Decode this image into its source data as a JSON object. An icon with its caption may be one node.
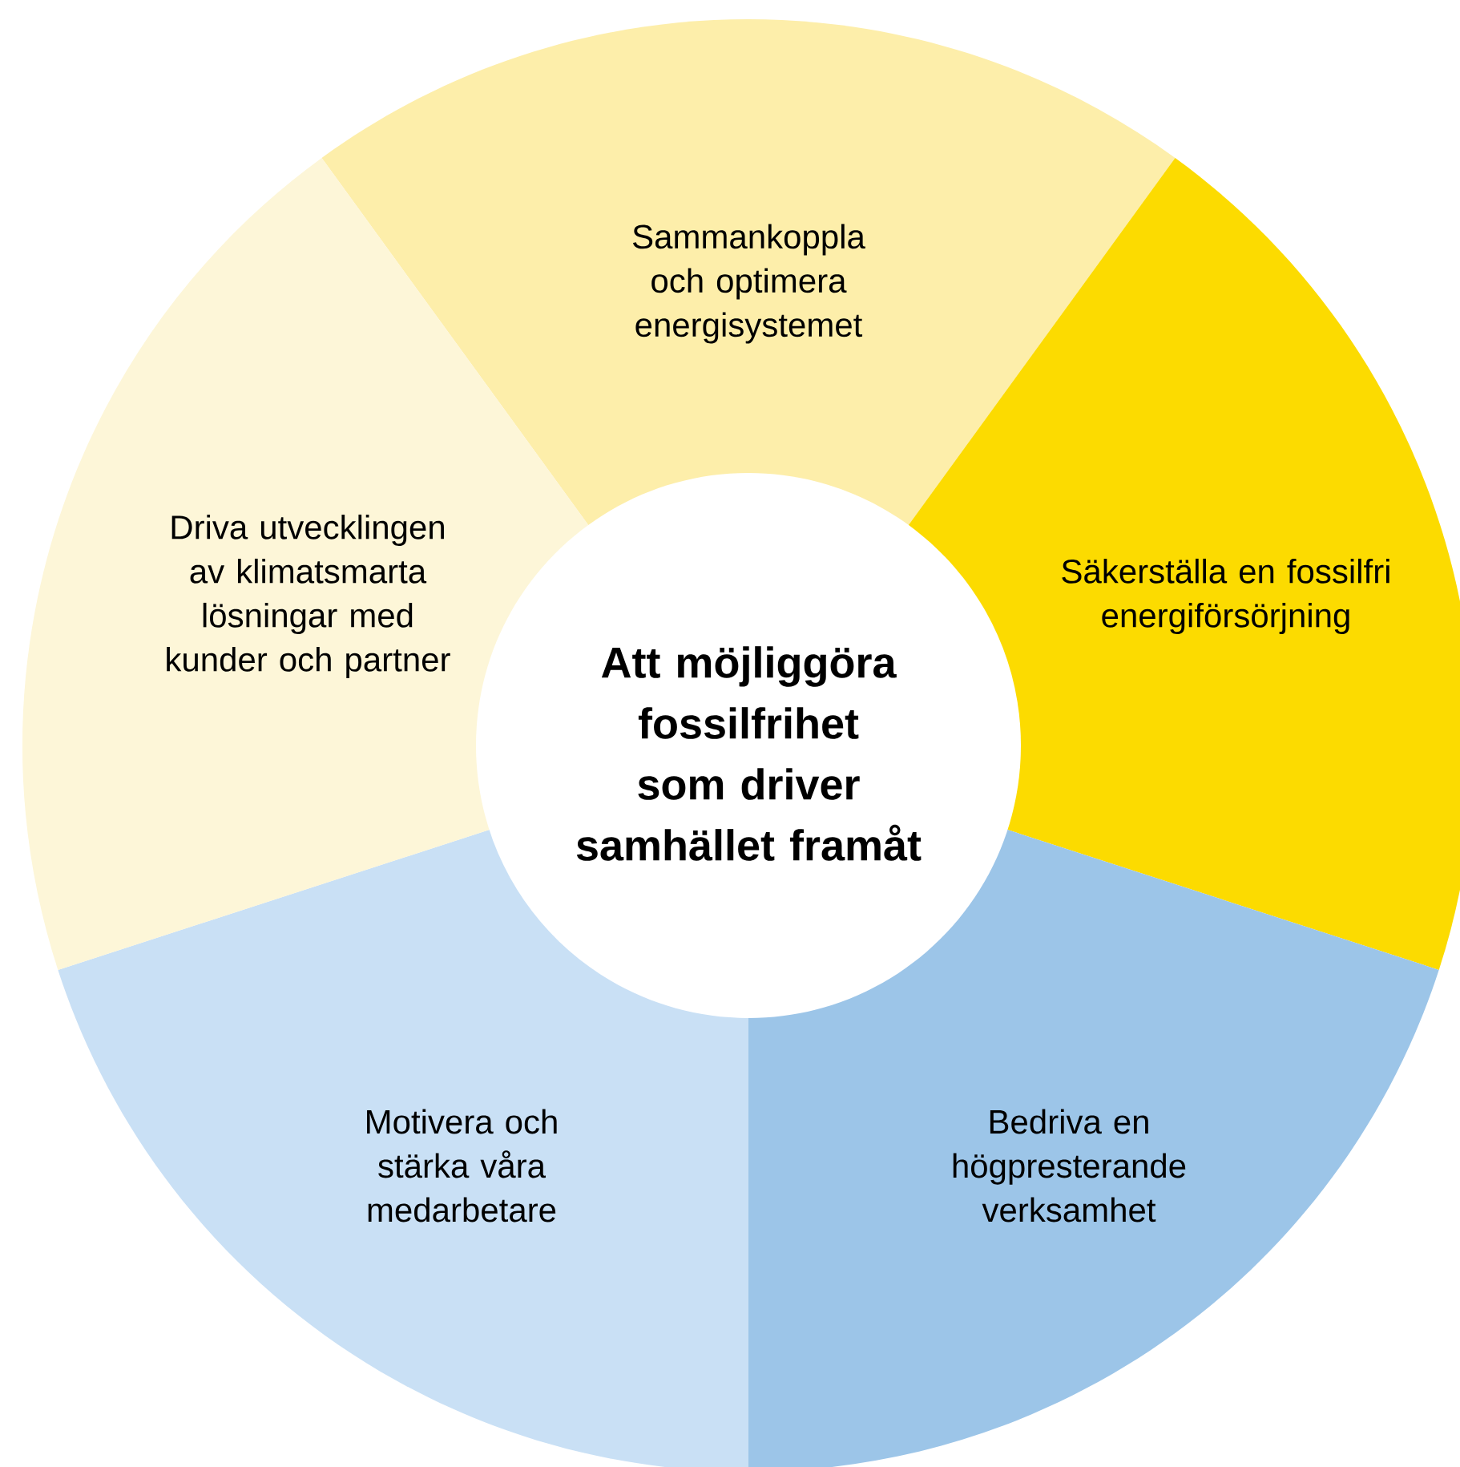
{
  "diagram": {
    "nodes": [
      {
        "text": [
          "Att möjliggöra fossilfrihet som driver samhället framåt"
        ]
      },
      {
        "text": [
          "Sammankoppla och optimera energisystemet"
        ]
      },
      {
        "text": [
          "Säkerställa en fossilfri energiförsörjning"
        ]
      },
      {
        "text": [
          "Bedriva en högpresterande verksamhet"
        ]
      },
      {
        "text": [
          "Motivera och stärka våra medarbetare"
        ]
      },
      {
        "text": [
          "Driva utvecklingen av klimatsmarta lösningar med kunder och partner"
        ]
      }
    ]
  }
}
